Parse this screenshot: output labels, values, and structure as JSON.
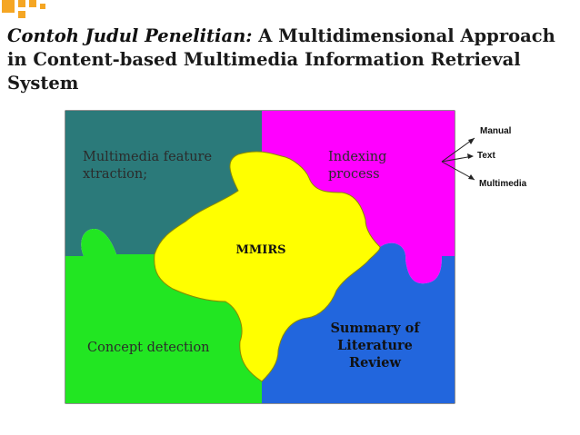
{
  "title": {
    "lead": "Contoh Judul Penelitian:",
    "rest": " A Multidimensional Approach in Content-based Multimedia Information Retrieval System"
  },
  "pieces": {
    "multimedia": "Multimedia feature xtraction;",
    "indexing": "Indexing process",
    "concept": "Concept detection",
    "summary": "Summary of Literature Review",
    "center": "MMIRS"
  },
  "indexing_branches": [
    "Manual",
    "Text",
    "Multimedia"
  ],
  "colors": {
    "teal": "#2b7a7a",
    "magenta": "#ff00ff",
    "green": "#22e622",
    "blue": "#2266dd",
    "yellow": "#ffff00",
    "deco": "#f5a623"
  }
}
